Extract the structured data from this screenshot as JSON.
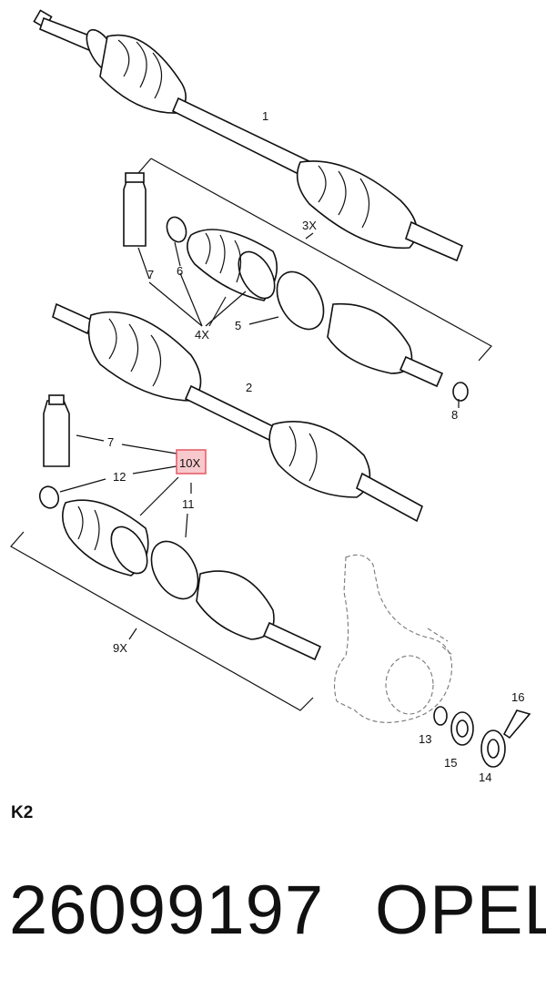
{
  "diagram": {
    "callouts": {
      "c1": "1",
      "c2": "2",
      "c3x": "3X",
      "c4x": "4X",
      "c5": "5",
      "c6": "6",
      "c7a": "7",
      "c7b": "7",
      "c8": "8",
      "c9x": "9X",
      "c10x": "10X",
      "c11": "11",
      "c12": "12",
      "c13": "13",
      "c14": "14",
      "c15": "15",
      "c16": "16"
    },
    "highlight_color": "#e8606a",
    "highlight_fill": "#f7c9cc"
  },
  "footer": {
    "section_code": "K2",
    "part_number": "26099197",
    "brand": "OPEL"
  }
}
